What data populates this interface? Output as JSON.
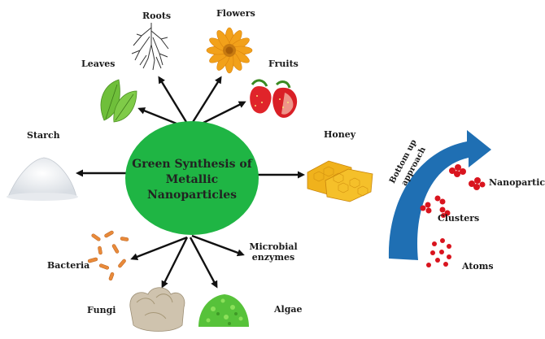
{
  "center": {
    "line1": "Green Synthesis of",
    "line2": "Metallic",
    "line3": "Nanoparticles"
  },
  "sources": {
    "roots": "Roots",
    "flowers": "Flowers",
    "leaves": "Leaves",
    "fruits": "Fruits",
    "starch": "Starch",
    "honey": "Honey",
    "bacteria": "Bacteria",
    "microbial_line1": "Microbial",
    "microbial_line2": "enzymes",
    "fungi": "Fungi",
    "algae": "Algae"
  },
  "bottom_up": {
    "line1": "Bottom up",
    "line2": "approach",
    "stages": {
      "nanoparticles": "Nanoparticles",
      "clusters": "Clusters",
      "atoms": "Atoms"
    }
  },
  "colors": {
    "ellipse": "#1fb544",
    "arrow": "#111111",
    "blue_arrow": "#1f6fb3",
    "particles": "#d9141e"
  }
}
